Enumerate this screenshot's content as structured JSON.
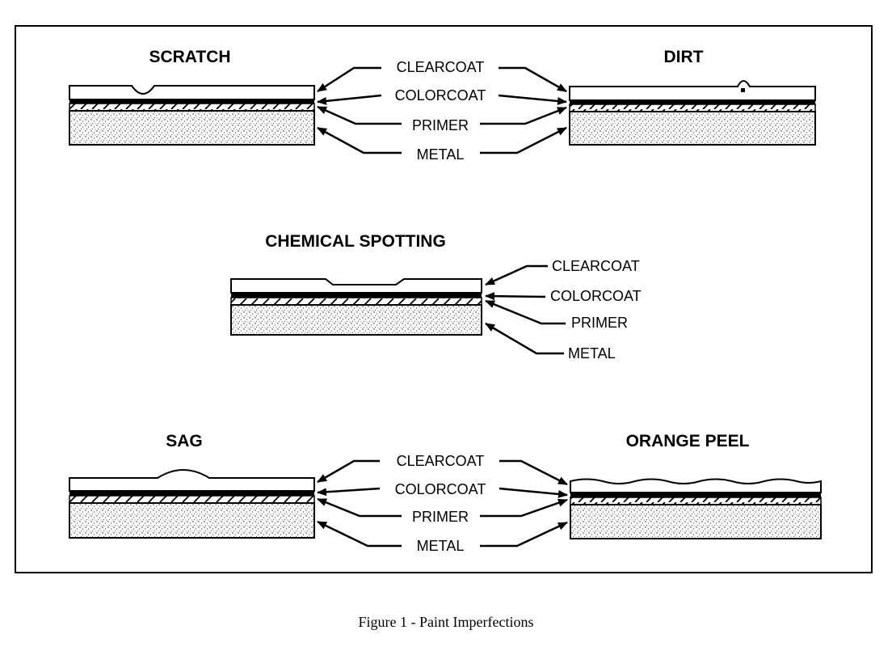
{
  "figure": {
    "caption": "Figure 1 - Paint Imperfections",
    "panels": {
      "scratch": {
        "title": "SCRATCH"
      },
      "dirt": {
        "title": "DIRT"
      },
      "chemical_spotting": {
        "title": "CHEMICAL SPOTTING"
      },
      "sag": {
        "title": "SAG"
      },
      "orange_peel": {
        "title": "ORANGE PEEL"
      }
    },
    "layer_labels_top": [
      "CLEARCOAT",
      "COLORCOAT",
      "PRIMER",
      "METAL"
    ],
    "layer_labels_middle": [
      "CLEARCOAT",
      "COLORCOAT",
      "PRIMER",
      "METAL"
    ],
    "layer_labels_bottom": [
      "CLEARCOAT",
      "COLORCOAT",
      "PRIMER",
      "METAL"
    ]
  }
}
